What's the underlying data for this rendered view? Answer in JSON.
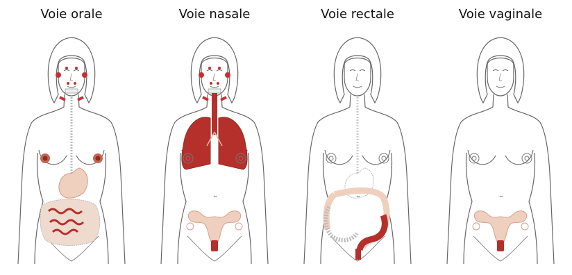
{
  "panels": [
    {
      "title": "Voie orale"
    },
    {
      "title": "Voie nasale"
    },
    {
      "title": "Voie rectale"
    },
    {
      "title": "Voie vaginale"
    }
  ],
  "colors": {
    "outline": "#555555",
    "organ_dark": "#b5302a",
    "organ_mid": "#d97a62",
    "organ_light": "#efcfbe",
    "dots": "#c62f35",
    "gray_line": "#bbbbbb"
  }
}
